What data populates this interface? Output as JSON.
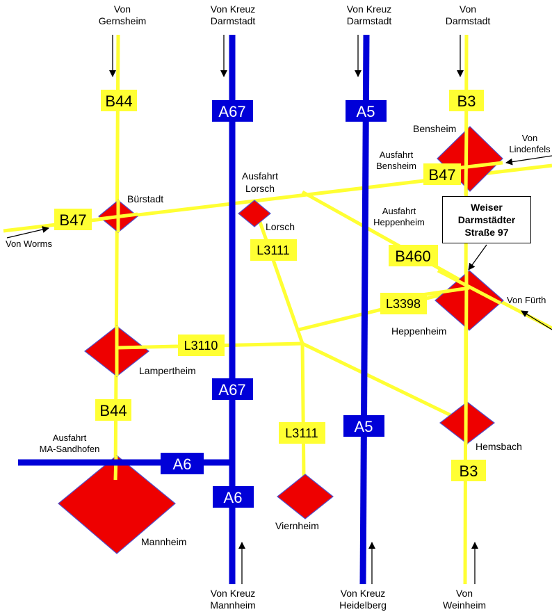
{
  "colors": {
    "motorway": "#0000d8",
    "federal_road": "#ffff33",
    "town": "#ee0000",
    "town_outline": "#5050cc",
    "text": "#000000"
  },
  "arrivals_top": [
    {
      "line1": "Von",
      "line2": "Gernsheim"
    },
    {
      "line1": "Von Kreuz",
      "line2": "Darmstadt"
    },
    {
      "line1": "Von Kreuz",
      "line2": "Darmstadt"
    },
    {
      "line1": "Von",
      "line2": "Darmstadt"
    }
  ],
  "arrivals_bottom": [
    {
      "line1": "Von Kreuz",
      "line2": "Mannheim"
    },
    {
      "line1": "Von Kreuz",
      "line2": "Heidelberg"
    },
    {
      "line1": "Von",
      "line2": "Weinheim"
    }
  ],
  "arrivals_side": {
    "lindenfels": {
      "line1": "Von",
      "line2": "Lindenfels"
    },
    "worms": "Von Worms",
    "fuerth": "Von Fürth"
  },
  "road_labels": {
    "b44_top": "B44",
    "a67_top": "A67",
    "a5_top": "A5",
    "b3_top": "B3",
    "b47_right": "B47",
    "b47_left": "B47",
    "l3111_top": "L3111",
    "b460": "B460",
    "l3398": "L3398",
    "l3110": "L3110",
    "a67_bottom": "A67",
    "b44_bottom": "B44",
    "a5_bottom": "A5",
    "l3111_bottom": "L3111",
    "a6_left": "A6",
    "b3_bottom": "B3",
    "a6_bottom": "A6"
  },
  "exits": {
    "lorsch": {
      "line1": "Ausfahrt",
      "line2": "Lorsch"
    },
    "bensheim": {
      "line1": "Ausfahrt",
      "line2": "Bensheim"
    },
    "heppenheim": {
      "line1": "Ausfahrt",
      "line2": "Heppenheim"
    },
    "sandhofen": {
      "line1": "Ausfahrt",
      "line2": "MA-Sandhofen"
    }
  },
  "towns": {
    "bensheim": "Bensheim",
    "buerstadt": "Bürstadt",
    "lorsch": "Lorsch",
    "heppenheim": "Heppenheim",
    "lampertheim": "Lampertheim",
    "hemsbach": "Hemsbach",
    "mannheim": "Mannheim",
    "viernheim": "Viernheim"
  },
  "destination": {
    "line1": "Weiser",
    "line2": "Darmstädter",
    "line3": "Straße 97"
  }
}
